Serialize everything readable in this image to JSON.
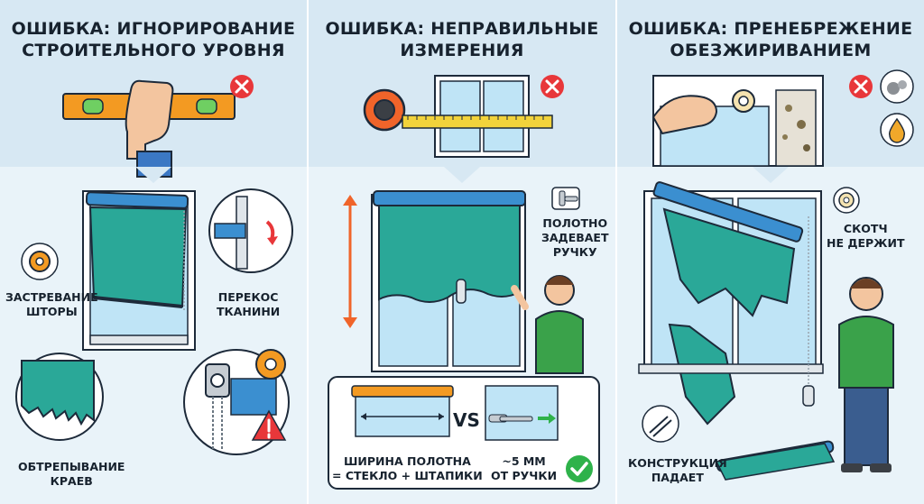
{
  "panels": [
    {
      "title_lines": [
        "ОШИБКА: ИГНОРИРОВАНИЕ",
        "СТРОИТЕЛЬНОГО УРОВНЯ"
      ],
      "labels": {
        "stuck": [
          "ЗАСТРЕВАНИЕ",
          "ШТОРЫ"
        ],
        "skew": [
          "ПЕРЕКОС",
          "ТКАНИНИ"
        ],
        "fray": [
          "ОБТРЕПЫВАНИЕ",
          "КРАЕВ"
        ]
      }
    },
    {
      "title_lines": [
        "ОШИБКА: НЕПРАВИЛЬНЫЕ",
        "ИЗМЕРЕНИЯ"
      ],
      "labels": {
        "handle": [
          "ПОЛОТНО",
          "ЗАДЕВАЕТ",
          "РУЧКУ"
        ],
        "width": [
          "ШИРИНА ПОЛОТНА",
          "= СТЕКЛО + ШТАПИКИ"
        ],
        "distance": [
          "~5 ММ",
          "ОТ РУЧКИ"
        ],
        "vs": "VS"
      }
    },
    {
      "title_lines": [
        "ОШИБКА: ПРЕНЕБРЕЖЕНИЕ",
        "ОБЕЗЖИРИВАНИЕМ"
      ],
      "labels": {
        "tape": [
          "СКОТЧ",
          "НЕ ДЕРЖИТ"
        ],
        "falls": [
          "КОНСТРУКЦИЯ",
          "ПАДАЕТ"
        ]
      }
    }
  ],
  "colors": {
    "fabric": "#2aa898",
    "roller": "#3b8fd0",
    "error": "#e8373a",
    "ok": "#2eb24a",
    "level": "#f39a22"
  },
  "icons": [
    "level-icon",
    "tape-measure-icon",
    "error-x-icon",
    "check-icon",
    "gear-icon",
    "warning-icon",
    "dust-icon",
    "oil-drop-icon",
    "tape-roll-icon",
    "falling-icon"
  ]
}
